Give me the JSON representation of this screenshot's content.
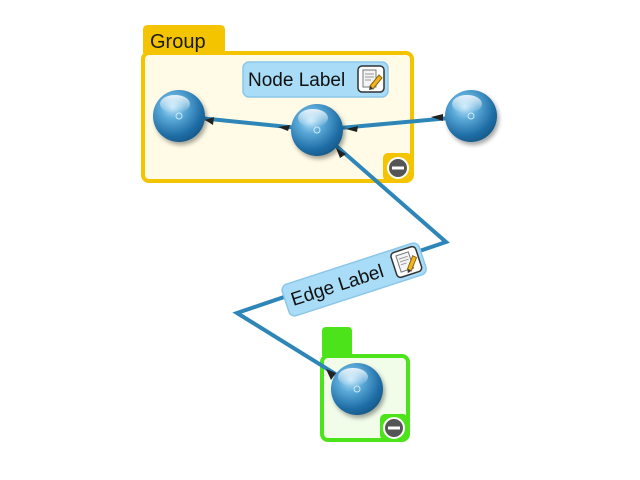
{
  "group": {
    "title": "Group",
    "color": "#f5c400",
    "fill": "#fffbe6",
    "collapse_icon": "minus-icon"
  },
  "nested_group": {
    "title": "",
    "color": "#4de31a",
    "fill": "#f1fce9",
    "collapse_icon": "minus-icon"
  },
  "node_label": {
    "text": "Node Label",
    "edit_icon": "edit-note-icon"
  },
  "edge_label": {
    "text": "Edge Label",
    "edit_icon": "edit-note-icon"
  },
  "colors": {
    "edge": "#2e86b8",
    "node": "#2d7fb8",
    "label_fill": "#a9dcf7",
    "label_stroke": "#8cc7e8"
  }
}
